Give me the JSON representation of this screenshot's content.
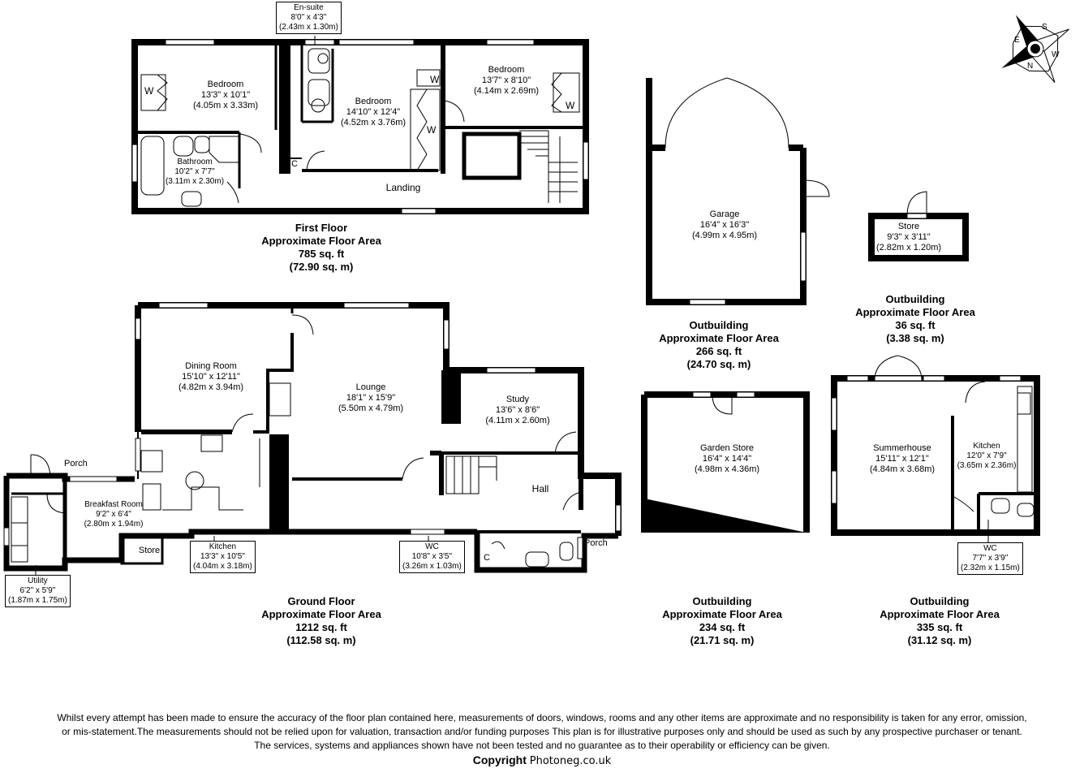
{
  "compass": {
    "icon": "compass-rose-icon",
    "letters": [
      "S",
      "W",
      "N",
      "E"
    ]
  },
  "first_floor": {
    "caption": {
      "name": "First Floor",
      "line1": "Approximate Floor Area",
      "sqft": "785 sq. ft",
      "sqm": "(72.90 sq. m)"
    },
    "ensuite": {
      "name": "En-suite",
      "imperial": "8'0\" x 4'3\"",
      "metric": "(2.43m x 1.30m)"
    },
    "bedroom1": {
      "name": "Bedroom",
      "imperial": "13'3\" x 10'1\"",
      "metric": "(4.05m x 3.33m)"
    },
    "bedroom2": {
      "name": "Bedroom",
      "imperial": "14'10\" x 12'4\"",
      "metric": "(4.52m x 3.76m)"
    },
    "bedroom3": {
      "name": "Bedroom",
      "imperial": "13'7\" x 8'10\"",
      "metric": "(4.14m x 2.69m)"
    },
    "bathroom": {
      "name": "Bathroom",
      "imperial": "10'2\" x 7'7\"",
      "metric": "(3.11m x 2.30m)"
    },
    "landing": "Landing",
    "wardrobe": "W",
    "cupboard": "C"
  },
  "ground_floor": {
    "caption": {
      "name": "Ground Floor",
      "line1": "Approximate Floor Area",
      "sqft": "1212 sq. ft",
      "sqm": "(112.58 sq. m)"
    },
    "dining": {
      "name": "Dining Room",
      "imperial": "15'10\" x 12'11\"",
      "metric": "(4.82m x 3.94m)"
    },
    "lounge": {
      "name": "Lounge",
      "imperial": "18'1\" x 15'9\"",
      "metric": "(5.50m x 4.79m)"
    },
    "study": {
      "name": "Study",
      "imperial": "13'6\" x 8'6\"",
      "metric": "(4.11m x 2.60m)"
    },
    "hall": "Hall",
    "porch_front": "Porch",
    "porch_side": "Porch",
    "breakfast": {
      "name": "Breakfast Room",
      "imperial": "9'2\" x 6'4\"",
      "metric": "(2.80m x 1.94m)"
    },
    "kitchen": {
      "name": "Kitchen",
      "imperial": "13'3\" x 10'5\"",
      "metric": "(4.04m x 3.18m)"
    },
    "store": "Store",
    "utility": {
      "name": "Utility",
      "imperial": "6'2\" x 5'9\"",
      "metric": "(1.87m x 1.75m)"
    },
    "wc": {
      "name": "WC",
      "imperial": "10'8\" x 3'5\"",
      "metric": "(3.26m x 1.03m)"
    },
    "cupboard": "C"
  },
  "garage": {
    "room": {
      "name": "Garage",
      "imperial": "16'4\" x 16'3\"",
      "metric": "(4.99m x 4.95m)"
    },
    "caption": {
      "name": "Outbuilding",
      "line1": "Approximate Floor Area",
      "sqft": "266 sq. ft",
      "sqm": "(24.70 sq. m)"
    }
  },
  "store_building": {
    "room": {
      "name": "Store",
      "imperial": "9'3\" x 3'11\"",
      "metric": "(2.82m x 1.20m)"
    },
    "caption": {
      "name": "Outbuilding",
      "line1": "Approximate Floor Area",
      "sqft": "36 sq. ft",
      "sqm": "(3.38 sq. m)"
    }
  },
  "garden_store": {
    "room": {
      "name": "Garden Store",
      "imperial": "16'4\" x 14'4\"",
      "metric": "(4.98m x 4.36m)"
    },
    "caption": {
      "name": "Outbuilding",
      "line1": "Approximate Floor Area",
      "sqft": "234 sq. ft",
      "sqm": "(21.71 sq. m)"
    }
  },
  "summerhouse": {
    "room": {
      "name": "Summerhouse",
      "imperial": "15'11\" x 12'1\"",
      "metric": "(4.84m x 3.68m)"
    },
    "kitchen": {
      "name": "Kitchen",
      "imperial": "12'0\" x 7'9\"",
      "metric": "(3.65m x 2.36m)"
    },
    "wc": {
      "name": "WC",
      "imperial": "7'7\" x 3'9\"",
      "metric": "(2.32m x 1.15m)"
    },
    "caption": {
      "name": "Outbuilding",
      "line1": "Approximate Floor Area",
      "sqft": "335 sq. ft",
      "sqm": "(31.12 sq. m)"
    }
  },
  "disclaimer": {
    "line1": "Whilst every attempt has been made to ensure the accuracy of the floor plan contained here, measurements of doors, windows, rooms and any other items are approximate and no responsibility is taken for any error, omission,",
    "line2": "or mis-statement.The measurements should not be relied upon for valuation, transaction and/or funding purposes This plan is for illustrative purposes only and should be used as such by any prospective purchaser or tenant.",
    "line3": "The services, systems and appliances shown have not been tested and no guarantee as to their operability or efficiency can be given."
  },
  "copyright": {
    "label": "Copyright",
    "brand": "Photoneg.co.uk"
  }
}
